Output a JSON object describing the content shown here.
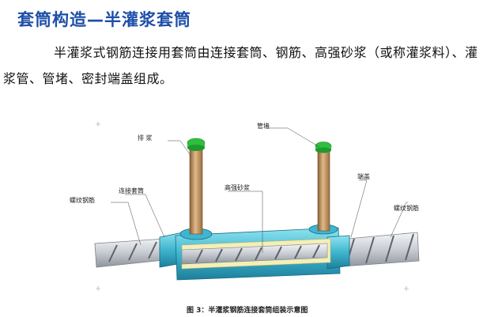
{
  "title": "套筒构造—半灌浆套筒",
  "paragraph": "半灌浆式钢筋连接用套筒由连接套筒、钢筋、高强砂浆（或称灌浆料）、灌浆管、管堵、密封端盖组成。",
  "figure": {
    "labels": {
      "drain_pipe": "排 浆",
      "pipe_plug": "管堵",
      "connecting_sleeve": "连接套筒",
      "high_strength_mortar": "高强砂浆",
      "end_cap": "端盖",
      "rebar_left": "螺纹钢筋",
      "rebar_right": "螺纹钢筋"
    },
    "caption": "图 3：半灌浆钢筋连接套筒组装示意图"
  },
  "colors": {
    "title": "#1f4fa8",
    "sleeve": "#4fc3d8",
    "rebar": "#cfd3d8",
    "mortar": "#f3efb8",
    "pipe": "#c9a06b",
    "plug": "#2fbf3f"
  }
}
